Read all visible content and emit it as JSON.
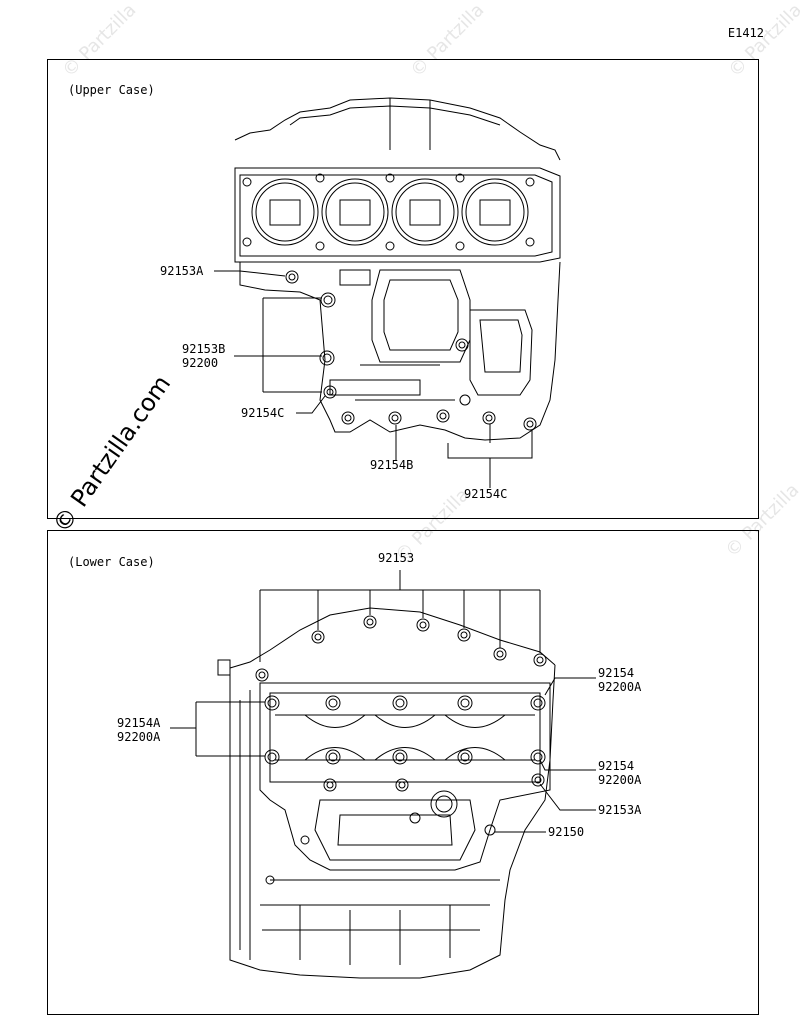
{
  "diagram": {
    "code": "E1412",
    "watermark": "© Partzilla.com",
    "faint_watermark": "© Partzilla"
  },
  "upper_case": {
    "title": "(Upper Case)",
    "callouts": {
      "c92153A": "92153A",
      "c92153B": "92153B",
      "c92200": "92200",
      "c92154C_left": "92154C",
      "c92154B": "92154B",
      "c92154C_bottom": "92154C"
    }
  },
  "lower_case": {
    "title": "(Lower Case)",
    "callouts": {
      "c92153": "92153",
      "c92154_top": "92154",
      "c92200A_top": "92200A",
      "c92154A": "92154A",
      "c92200A_left": "92200A",
      "c92154_mid": "92154",
      "c92200A_mid": "92200A",
      "c92153A": "92153A",
      "c92150": "92150"
    }
  }
}
